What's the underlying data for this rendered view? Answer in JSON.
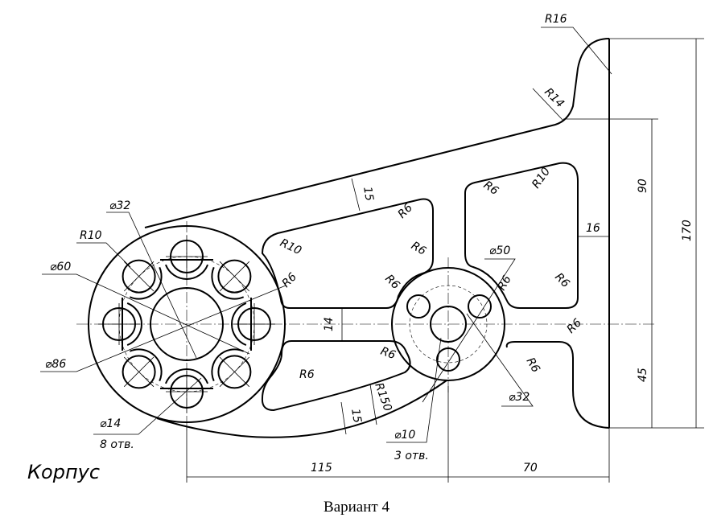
{
  "part_title": "Корпус",
  "caption": "Вариант 4",
  "dimensions": {
    "r16": "R16",
    "r14": "R14",
    "wall_top": "15",
    "wall_bottom": "15",
    "r6_left_window_top": "R6",
    "r6_left_window_right": "R6",
    "r10_left_window": "R10",
    "r6_left_window_bottom_left": "R6",
    "r6_left_window_bottom_right": "R6",
    "r6_right_window_top_left": "R6",
    "r10_right_window": "R10",
    "rib_width": "16",
    "r6_right_window_bottom_left": "R6",
    "r6_right_window_bottom_right": "R6",
    "r6_lower_right": "R6",
    "r6_lower_right_2": "R6",
    "gap_14": "14",
    "r6_bottom_window_left": "R6",
    "r6_bottom_window_right": "R6",
    "r150": "R150",
    "d32_left": "⌀32",
    "r10_holes": "R10",
    "d60": "⌀60",
    "d86": "⌀86",
    "d14": "⌀14",
    "holes_8": "8 отв.",
    "d50": "⌀50",
    "d32_right": "⌀32",
    "d10": "⌀10",
    "holes_3": "3 отв.",
    "dim_115": "115",
    "dim_70": "70",
    "dim_90": "90",
    "dim_170": "170",
    "dim_45": "45"
  }
}
